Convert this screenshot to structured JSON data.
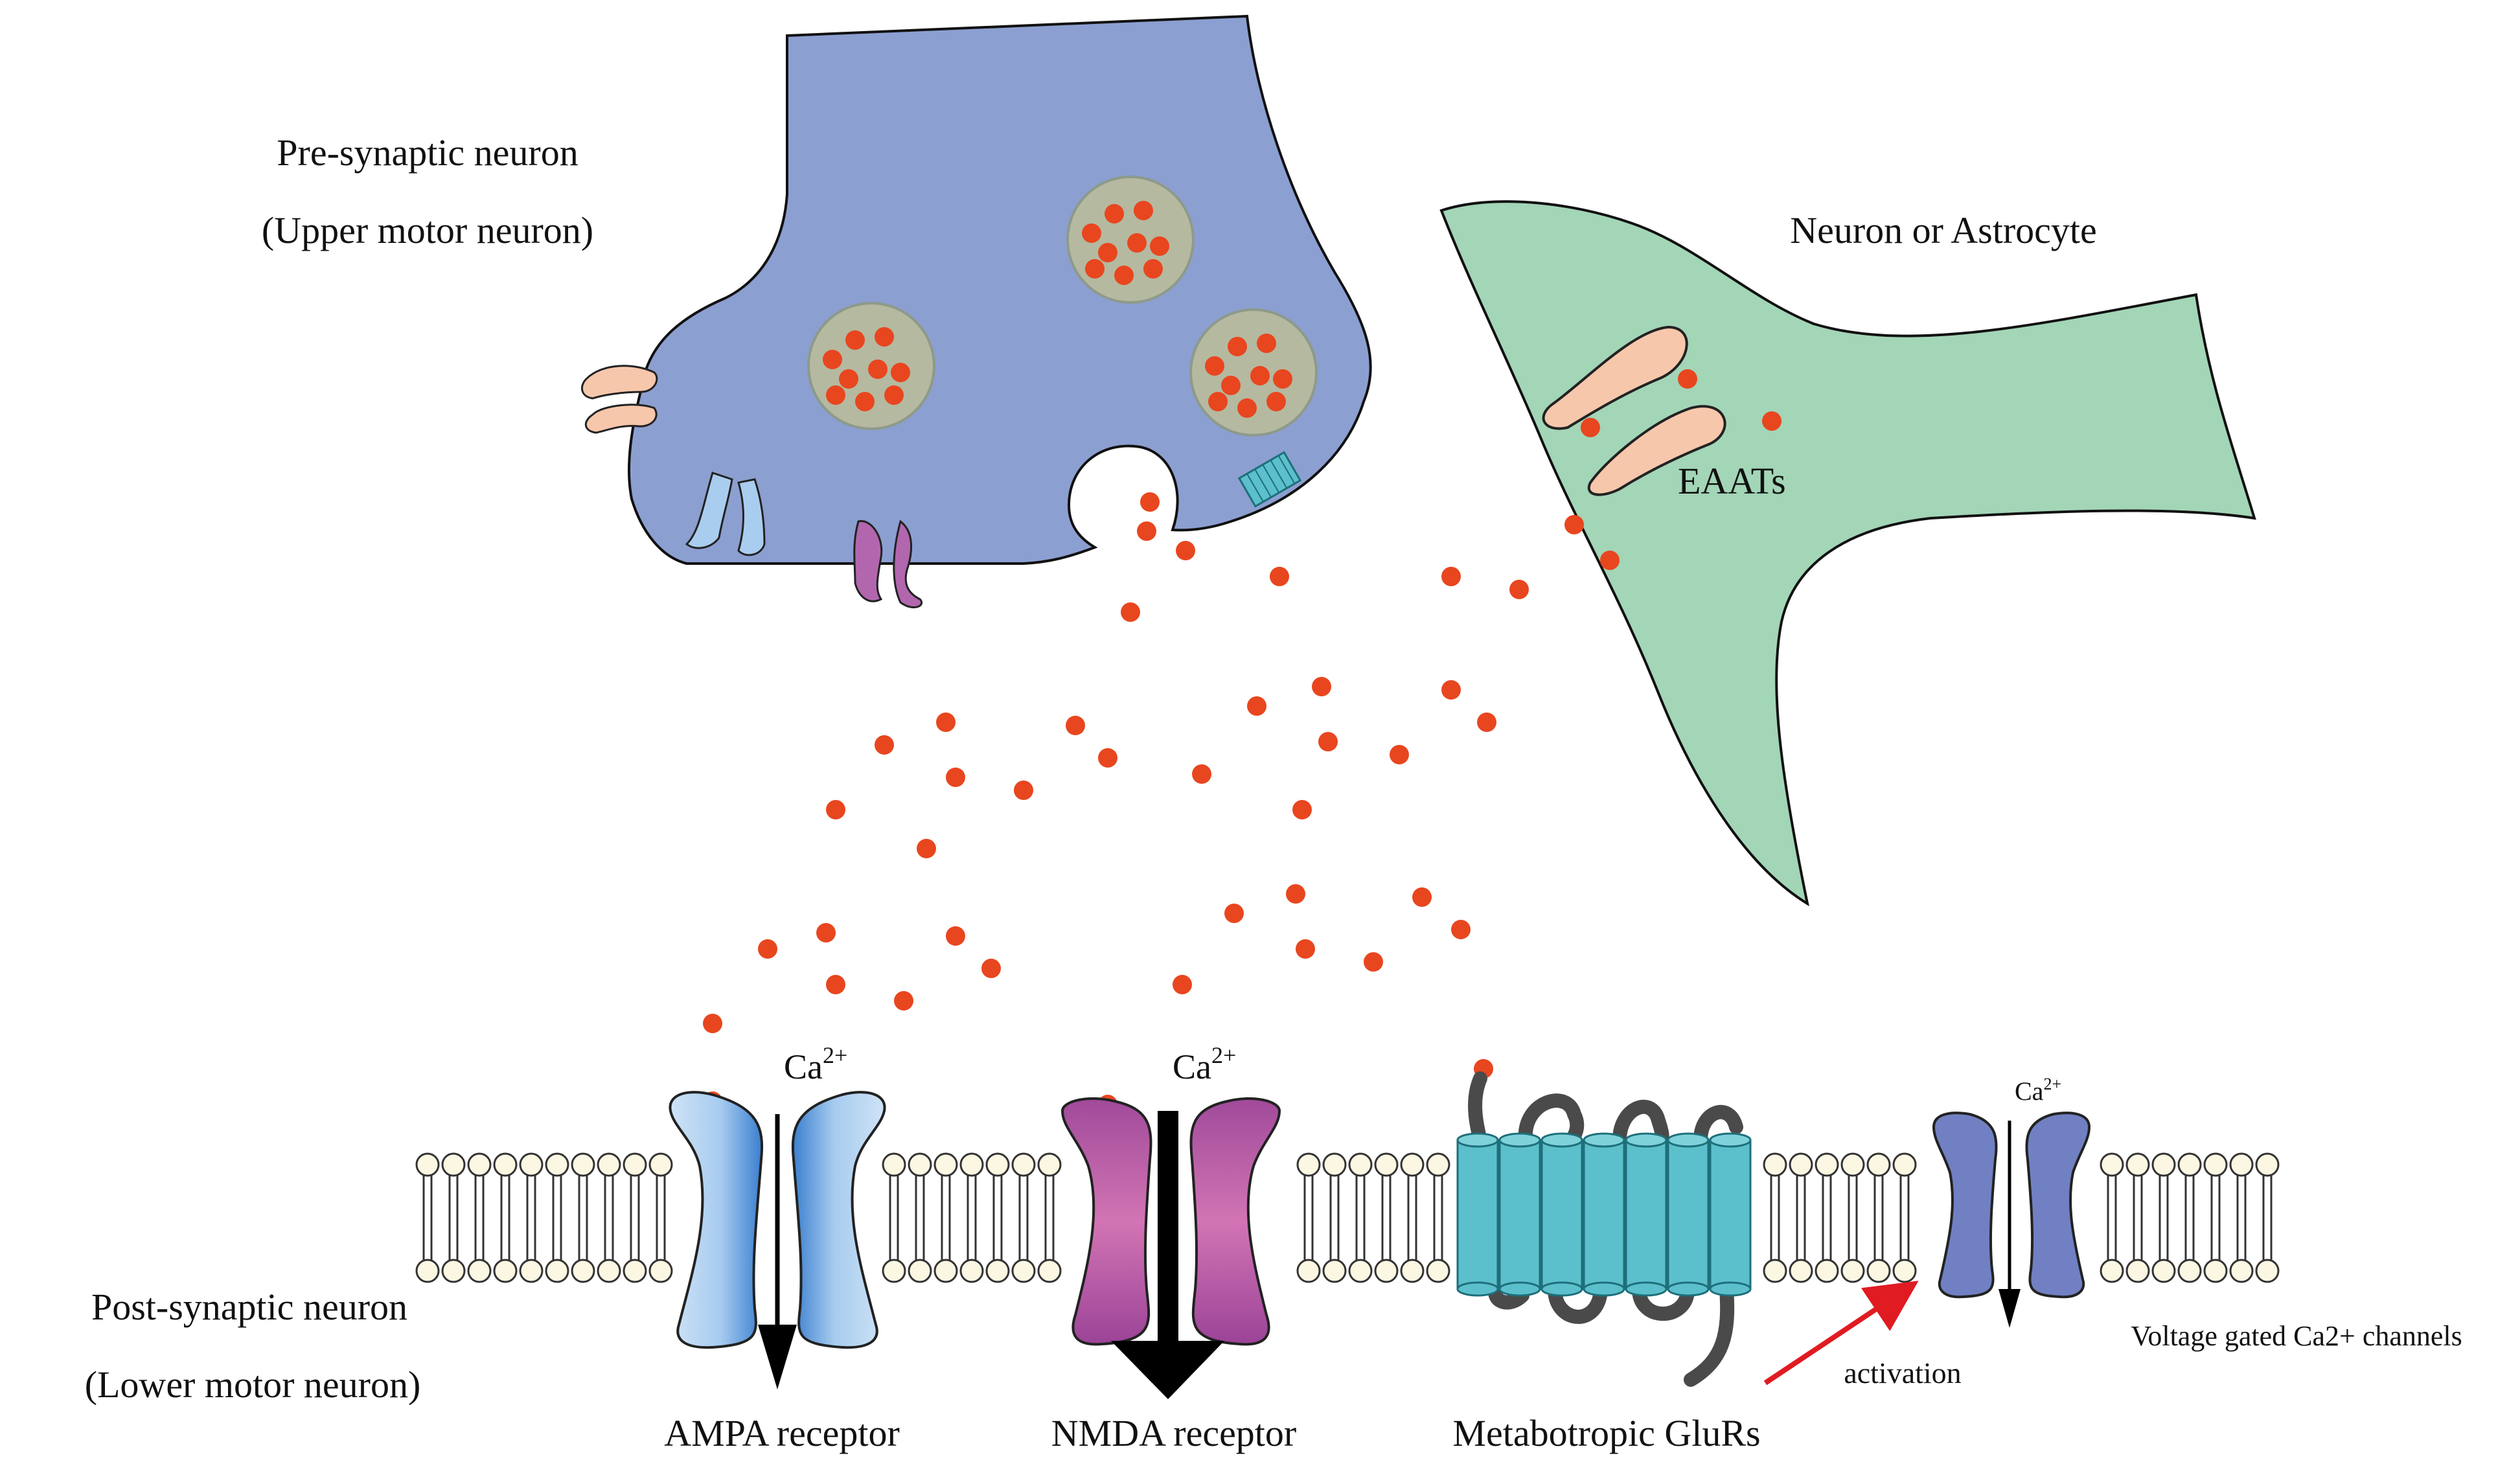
{
  "labels": {
    "pre_synaptic": "Pre-synaptic neuron",
    "pre_synaptic_sub": "(Upper motor neuron)",
    "astrocyte": "Neuron or Astrocyte",
    "eaats": "EAATs",
    "post_synaptic": "Post-synaptic neuron",
    "post_synaptic_sub": "(Lower motor neuron)",
    "ampa": "AMPA receptor",
    "nmda": "NMDA receptor",
    "mglur": "Metabotropic GluRs",
    "activation": "activation",
    "vgcc": "Voltage gated Ca2+ channels",
    "ca_base": "Ca",
    "ca_sup": "2+"
  },
  "colors": {
    "pre_neuron": "#8c9fd1",
    "astrocyte": "#a3d5b7",
    "glutamate": "#e8461f",
    "vesicle": "#b5b9a0",
    "ampa": "#a9cdee",
    "nmda": "#b266ae",
    "mglur": "#5cbfcc",
    "vgcc": "#7080c2",
    "eaat": "#f7c7ac",
    "activation_arrow": "#e01b22"
  }
}
